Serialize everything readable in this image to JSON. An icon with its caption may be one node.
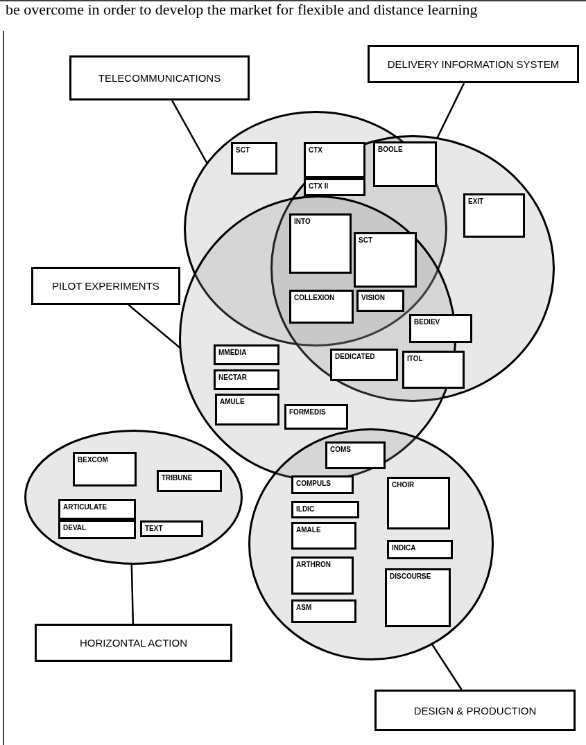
{
  "diagram": {
    "nodes": [
      {
        "text": [
          "DELIVERY INFORMATION SYSTEM"
        ]
      },
      {
        "text": [
          "TELECOMMUNICATIONS"
        ]
      },
      {
        "text": [],
        "shape": "circle"
      },
      {
        "text": [],
        "shape": "circle"
      },
      {
        "text": [
          "SCT"
        ],
        "in": 2
      },
      {
        "text": [
          "CTX"
        ]
      },
      {
        "text": [
          "CTX II"
        ]
      },
      {
        "text": [
          "BOOLE"
        ]
      },
      {
        "text": [
          "EXIT"
        ],
        "in": 3
      },
      {
        "text": [],
        "shape": "circle"
      },
      {
        "text": [
          "PILOT EXPERIMENTS"
        ]
      },
      {
        "text": [
          "INTO"
        ]
      },
      {
        "text": [
          "SCT"
        ]
      },
      {
        "text": [
          "COLLEXION"
        ]
      },
      {
        "text": [
          "VISION"
        ]
      },
      {
        "text": [
          "BEDIEV"
        ],
        "in": 3
      },
      {
        "text": [
          "MMEDIA"
        ],
        "in": 9
      },
      {
        "text": [
          "NECTAR"
        ],
        "in": 9
      },
      {
        "text": [
          "DEDICATED"
        ]
      },
      {
        "text": [
          "ITOL"
        ],
        "in": 3
      },
      {
        "text": [
          "AMULE"
        ],
        "in": 9
      },
      {
        "text": [
          "FORMEDIS"
        ],
        "in": 9
      },
      {
        "text": [],
        "shape": "circle"
      },
      {
        "text": [],
        "shape": "circle"
      },
      {
        "text": [
          "COMS"
        ]
      },
      {
        "text": [
          "BEXCOM"
        ],
        "in": 22
      },
      {
        "text": [
          "TRIBUNE"
        ],
        "in": 22
      },
      {
        "text": [
          "COMPULS"
        ],
        "in": 23
      },
      {
        "text": [
          "CHOIR"
        ],
        "in": 23
      },
      {
        "text": [
          "ARTICULATE"
        ],
        "in": 22
      },
      {
        "text": [
          "DEVAL"
        ],
        "in": 22
      },
      {
        "text": [
          "TEXT"
        ],
        "in": 22
      },
      {
        "text": [
          "ILDIC"
        ],
        "in": 23
      },
      {
        "text": [
          "AMALE"
        ],
        "in": 23
      },
      {
        "text": [
          "INDICA"
        ],
        "in": 23
      },
      {
        "text": [
          "ARTHRON"
        ],
        "in": 23
      },
      {
        "text": [
          "DISCOURSE"
        ],
        "in": 23
      },
      {
        "text": [
          "ASM"
        ],
        "in": 23
      },
      {
        "text": [
          "HORIZONTAL ACTION"
        ]
      },
      {
        "text": [
          "DESIGN & PRODUCTION"
        ]
      }
    ],
    "edges": [
      {
        "from": 1,
        "to": 2,
        "arrow": "none"
      },
      {
        "from": 0,
        "to": 3,
        "arrow": "none"
      },
      {
        "from": 10,
        "to": 9,
        "arrow": "none"
      },
      {
        "from": 38,
        "to": 22,
        "arrow": "none"
      },
      {
        "from": 39,
        "to": 23,
        "arrow": "none"
      }
    ],
    "labels": [
      "be overcome in order to develop the market for flexible and distance learning"
    ]
  }
}
